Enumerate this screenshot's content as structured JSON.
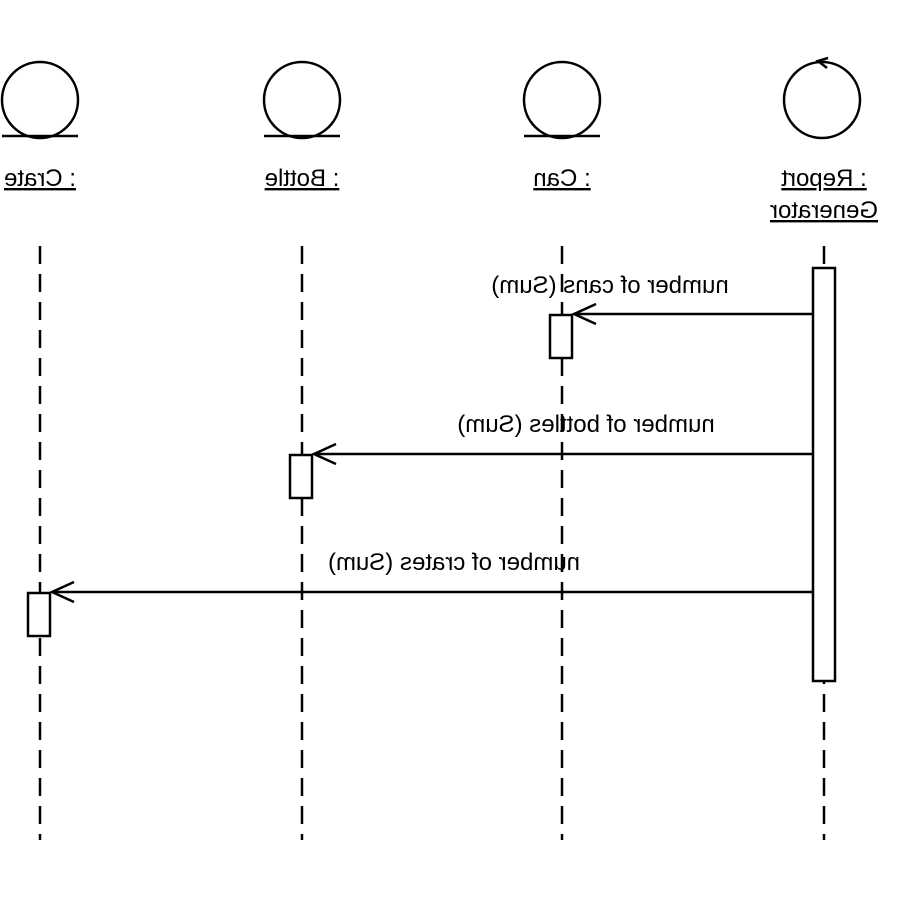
{
  "diagram": {
    "type": "sequence",
    "mirrored": true,
    "objects": [
      {
        "id": "crate",
        "label": ": Crate"
      },
      {
        "id": "bottle",
        "label": ": Bottle"
      },
      {
        "id": "can",
        "label": ": Can"
      },
      {
        "id": "report",
        "label_line1": ": Report",
        "label_line2": "Generator"
      }
    ],
    "messages": [
      {
        "from": "report",
        "to": "can",
        "label": "number of cans (Sum)"
      },
      {
        "from": "report",
        "to": "bottle",
        "label": "number of bottles (Sum)"
      },
      {
        "from": "report",
        "to": "crate",
        "label": "number of crates (Sum)"
      }
    ],
    "colors": {
      "ink": "#000000",
      "background": "#ffffff"
    }
  }
}
